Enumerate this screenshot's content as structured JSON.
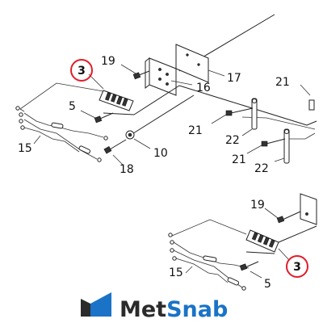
{
  "diagram": {
    "callouts": {
      "c3_top": "3",
      "c19_top": "19",
      "c17": "17",
      "c16": "16",
      "c5_top": "5",
      "c21_a": "21",
      "c21_b": "21",
      "c21_c": "21",
      "c15_top": "15",
      "c22_a": "22",
      "c22_b": "22",
      "c10": "10",
      "c18": "18",
      "c19_bottom": "19",
      "c15_bottom": "15",
      "c3_bottom": "3",
      "c5_bottom": "5"
    },
    "highlight_color": "#e11d2a"
  },
  "logo": {
    "brand_part1": "Met",
    "brand_part2": "Snab",
    "color_dark": "#2b2b2b",
    "color_accent": "#1a73c6",
    "icon": "metsnab-logo-icon"
  }
}
